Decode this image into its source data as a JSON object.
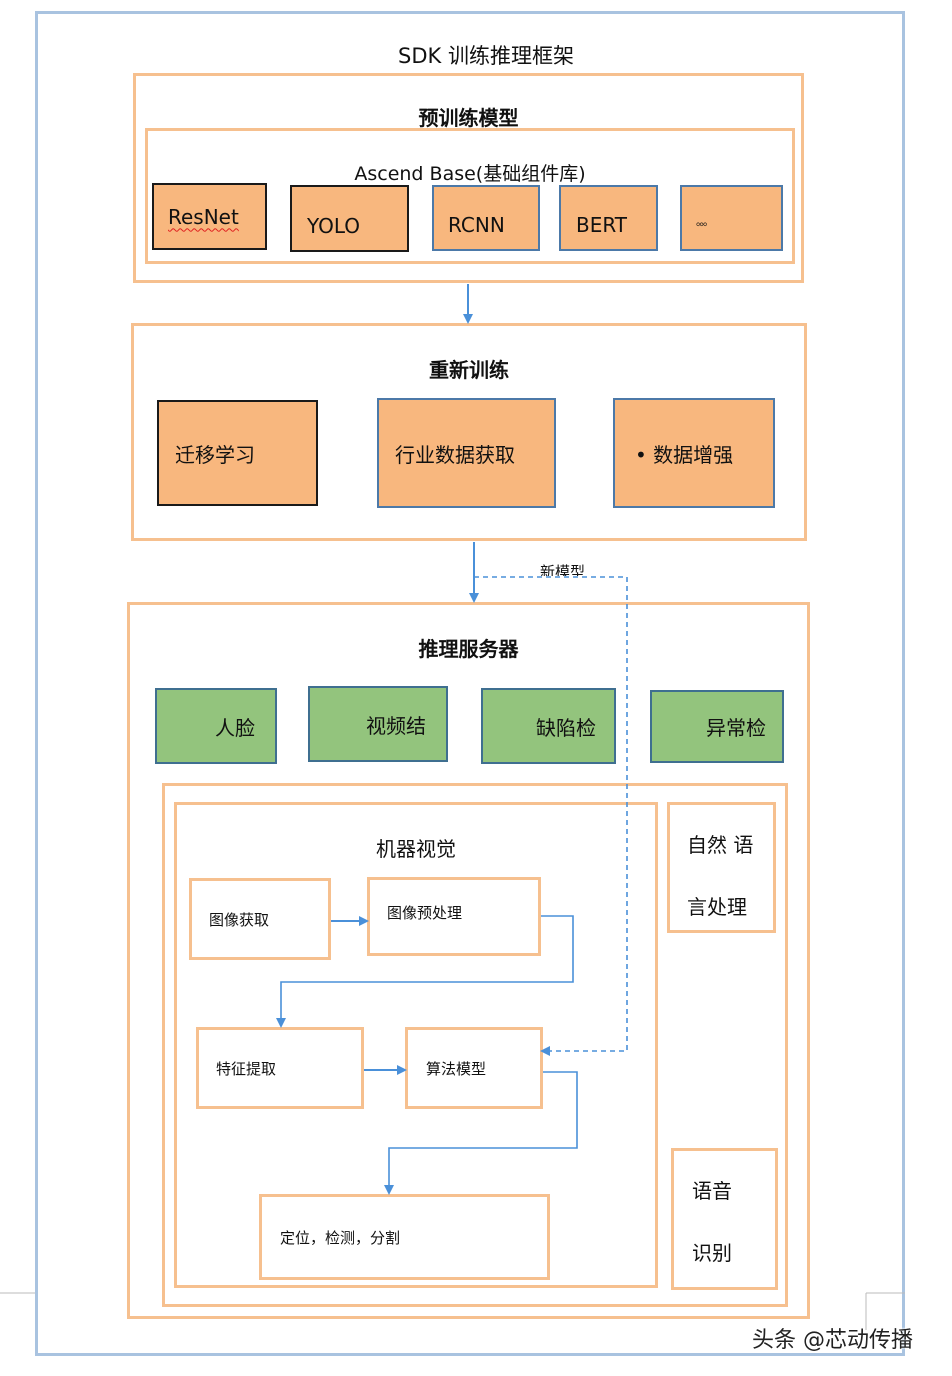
{
  "framework": {
    "title": "SDK 训练推理框架"
  },
  "pretrain": {
    "title": "预训练模型",
    "base_title": "Ascend Base(基础组件库)",
    "models": [
      "ResNet",
      "YOLO",
      "RCNN",
      "BERT",
      "。。。"
    ]
  },
  "retrain": {
    "title": "重新训练",
    "items": [
      "迁移学习",
      "行业数据获取",
      "• 数据增强"
    ]
  },
  "new_model_label": "新模型",
  "inference": {
    "title": "推理服务器",
    "services": [
      "人脸",
      "视频结",
      "缺陷检",
      "异常检"
    ],
    "cv": {
      "title": "机器视觉",
      "steps": [
        "图像获取",
        "图像预处理",
        "特征提取",
        "算法模型",
        "定位，检测，分割"
      ]
    },
    "nlp": {
      "line1": "自然 语",
      "line2": "言处理"
    },
    "speech": {
      "line1": "语音",
      "line2": "识别"
    }
  },
  "watermark": "头条 @芯动传播",
  "colors": {
    "outer_border": "#a9c3e0",
    "box_border": "#f6c08f",
    "module_fill": "#f8b77e",
    "service_fill": "#93c47d",
    "arrow": "#4a90d9"
  }
}
